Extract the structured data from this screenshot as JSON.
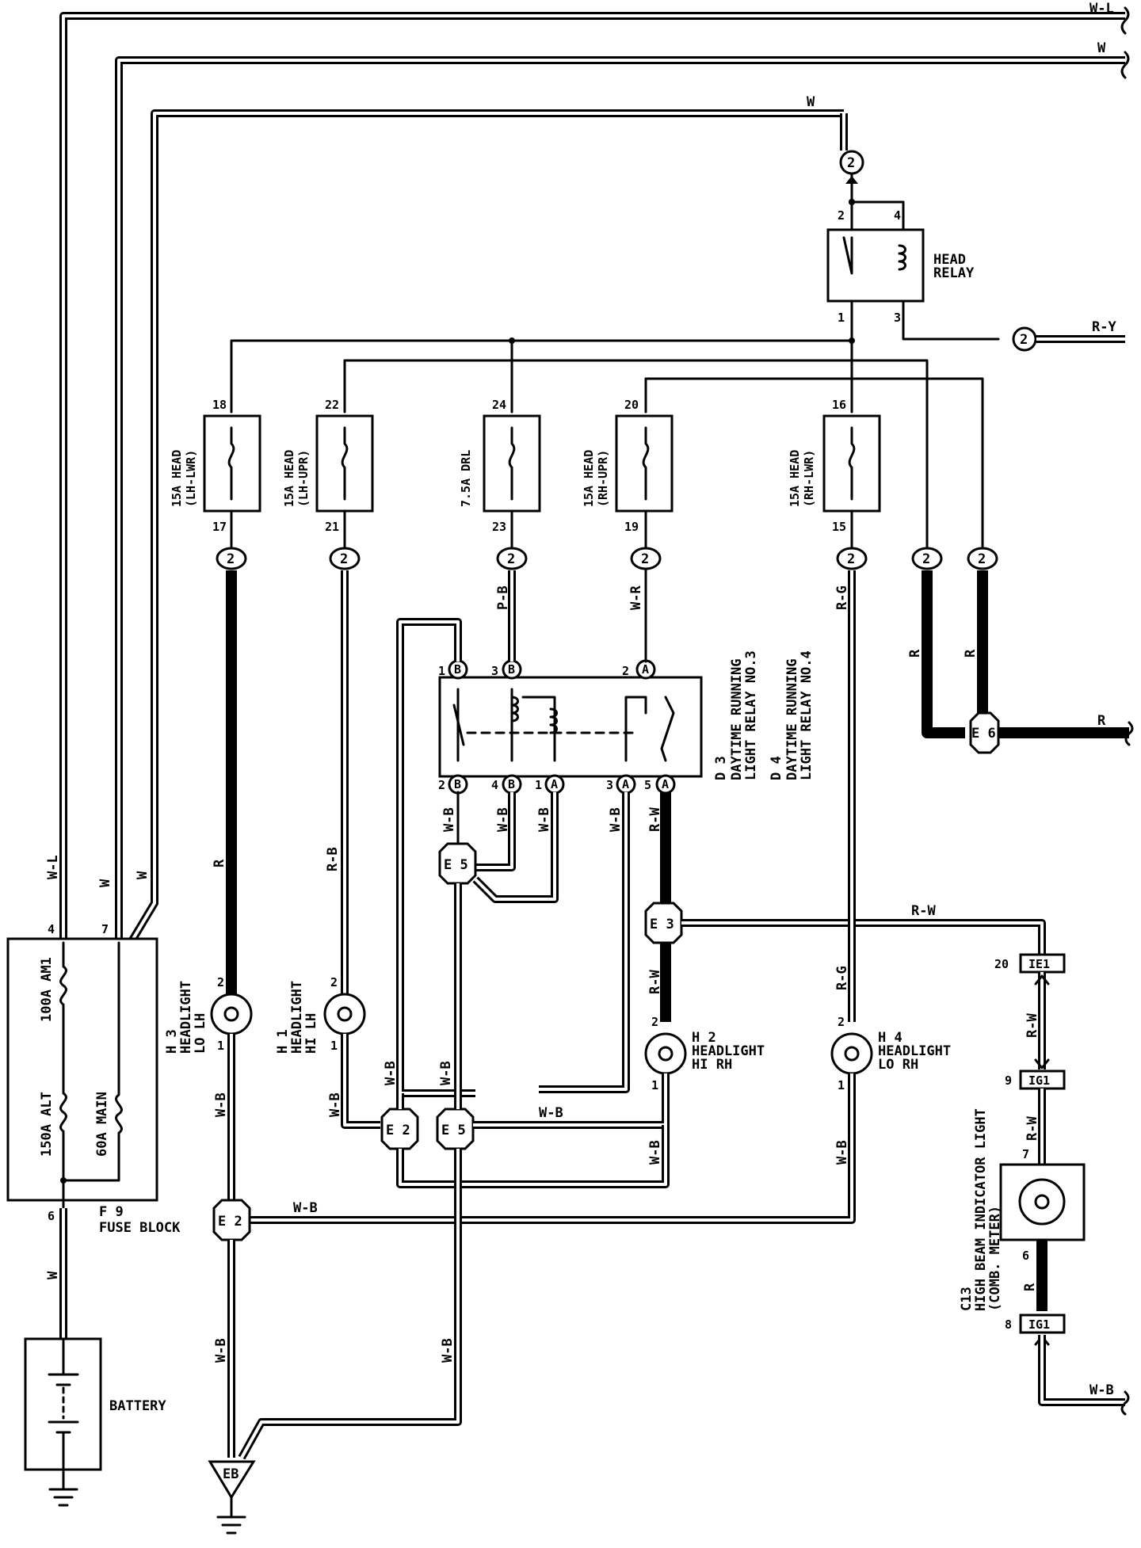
{
  "wire_labels": {
    "w_l_top": "W-L",
    "w_top": "W",
    "w_relay": "W",
    "r_y": "R-Y",
    "r_right": "R",
    "r_e6_left": "R",
    "r_e6_right": "R",
    "p_b": "P-B",
    "w_r": "W-R",
    "r_g_upper": "R-G",
    "r_g_lower": "R-G",
    "r_lo_lh": "R",
    "r_b": "R-B",
    "w_b_d3_2": "W-B",
    "w_b_d4_4": "W-B",
    "w_b_d3_1": "W-B",
    "w_b_d3_3": "W-B",
    "r_w_d3_5": "R-W",
    "r_w_e3": "R-W",
    "r_w_h2": "R-W",
    "w_b_h3": "W-B",
    "w_b_h1": "W-B",
    "w_b_e2": "W-B",
    "w_b_e5": "W-B",
    "w_b_h2": "W-B",
    "w_b_h4": "W-B",
    "w_b_e2_low": "W-B",
    "w_b_ground": "W-B",
    "w_b_e5_low": "W-B",
    "w_b_ig1": "W-B",
    "r_w_ie1": "R-W",
    "r_w_ig1": "R-W",
    "r_c13": "R",
    "w_l_left": "W-L",
    "w_left": "W",
    "w_left2": "W",
    "w_battery": "W"
  },
  "head_relay": {
    "label1": "HEAD",
    "label2": "RELAY",
    "pin2": "2",
    "pin4": "4",
    "pin1": "1",
    "pin3": "3"
  },
  "fuses": [
    {
      "label1": "15A HEAD",
      "label2": "(LH-LWR)",
      "pin_top": "18",
      "pin_bot": "17"
    },
    {
      "label1": "15A HEAD",
      "label2": "(LH-UPR)",
      "pin_top": "22",
      "pin_bot": "21"
    },
    {
      "label1": "7.5A DRL",
      "label2": "",
      "pin_top": "24",
      "pin_bot": "23"
    },
    {
      "label1": "15A HEAD",
      "label2": "(RH-UPR)",
      "pin_top": "20",
      "pin_bot": "19"
    },
    {
      "label1": "15A HEAD",
      "label2": "(RH-LWR)",
      "pin_top": "16",
      "pin_bot": "15"
    }
  ],
  "connector_2": "2",
  "drl_relay": {
    "label_d3": "D 3",
    "label_d4": "D 4",
    "text_d3_1": "DAYTIME RUNNING",
    "text_d3_2": "LIGHT RELAY NO.3",
    "text_d4_1": "DAYTIME RUNNING",
    "text_d4_2": "LIGHT RELAY NO.4",
    "conn_a": "A",
    "conn_b": "B",
    "pins_top": [
      "1",
      "3",
      "2"
    ],
    "pins_bot": [
      "2",
      "4",
      "1",
      "3",
      "5"
    ]
  },
  "splices": {
    "e5_top": "E 5",
    "e3": "E 3",
    "e2_mid": "E 2",
    "e5_mid": "E 5",
    "e2_low": "E 2",
    "e6": "E 6"
  },
  "headlights": [
    {
      "id": "H 3",
      "line1": "HEADLIGHT",
      "line2": "LO LH",
      "pin_top": "2",
      "pin_bot": "1"
    },
    {
      "id": "H 1",
      "line1": "HEADLIGHT",
      "line2": "HI LH",
      "pin_top": "2",
      "pin_bot": "1"
    },
    {
      "id": "H 2",
      "line1": "HEADLIGHT",
      "line2": "HI RH",
      "pin_top": "2",
      "pin_bot": "1"
    },
    {
      "id": "H 4",
      "line1": "HEADLIGHT",
      "line2": "LO RH",
      "pin_top": "2",
      "pin_bot": "1"
    }
  ],
  "fuse_block": {
    "id": "F 9",
    "name": "FUSE BLOCK",
    "fuse_am1": "100A AM1",
    "fuse_alt": "150A ALT",
    "fuse_main": "60A MAIN",
    "pin4": "4",
    "pin7": "7",
    "pin6": "6"
  },
  "battery": "BATTERY",
  "ground": "EB",
  "indicator": {
    "id": "C13",
    "line1": "HIGH BEAM INDICATOR LIGHT",
    "line2": "(COMB. METER)",
    "pin7": "7",
    "pin6": "6",
    "conn_ie1": "IE1",
    "conn_ig1_upper": "IG1",
    "conn_ig1_lower": "IG1",
    "pin_ie1": "20",
    "pin_ig1_upper": "9",
    "pin_ig1_lower": "8"
  }
}
